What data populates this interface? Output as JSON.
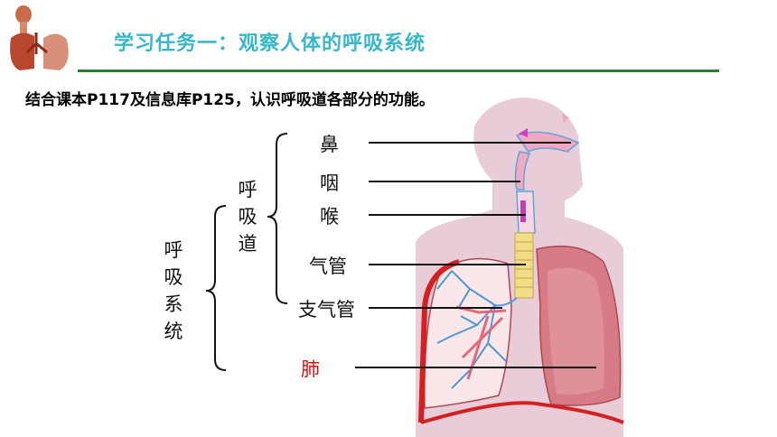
{
  "title": "学习任务一：观察人体的呼吸系统",
  "instruction": "结合课本P117及信息库P125，认识呼吸道各部分的功能。",
  "diagram": {
    "system_label": "呼吸系统",
    "tract_label": "呼吸道",
    "parts": {
      "nose": "鼻",
      "pharynx": "咽",
      "larynx": "喉",
      "trachea": "气管",
      "bronchi": "支气管",
      "lung": "肺"
    }
  },
  "colors": {
    "title": "#38b7c9",
    "header_rule": "#2e7d32",
    "lung_label": "#e01010",
    "body_silhouette": "#e8ccd8"
  }
}
